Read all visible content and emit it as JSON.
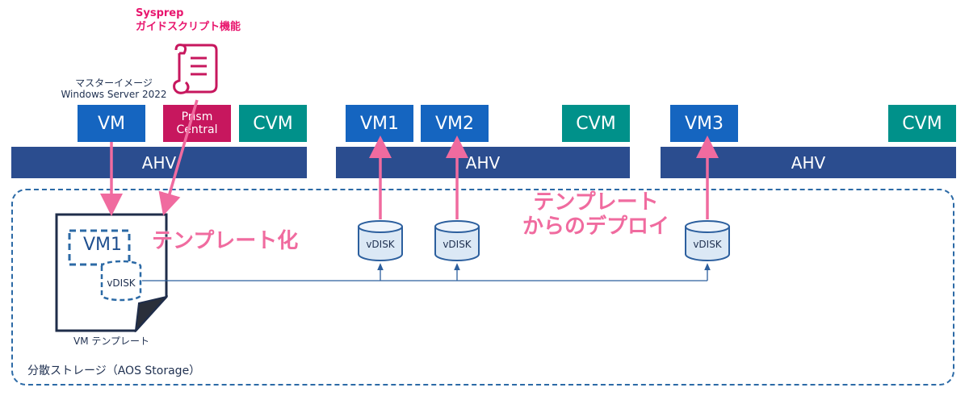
{
  "diagram": {
    "sysprep_label": "Sysprep\nガイドスクリプト機能",
    "master_label": "マスターイメージ\nWindows Server 2022",
    "host1": {
      "vm": "VM",
      "prism": "Prism\nCentral",
      "cvm": "CVM",
      "ahv": "AHV"
    },
    "host2": {
      "vm1": "VM1",
      "vm2": "VM2",
      "cvm": "CVM",
      "ahv": "AHV"
    },
    "host3": {
      "vm3": "VM3",
      "cvm": "CVM",
      "ahv": "AHV"
    },
    "template_vm_label": "VM1",
    "template_vdisk_label": "vDISK",
    "template_caption": "VM テンプレート",
    "templatize_label": "テンプレート化",
    "deploy_label": "テンプレート\nからのデプロイ",
    "vdisk_labels": [
      "vDISK",
      "vDISK",
      "vDISK"
    ],
    "storage_label": "分散ストレージ（AOS Storage）",
    "colors": {
      "ahv": "#2b4d8f",
      "vm": "#1565c0",
      "cvm": "#00918a",
      "prism": "#c7175e",
      "arrow": "#f06b9f",
      "dash": "#2c6aa6"
    }
  }
}
